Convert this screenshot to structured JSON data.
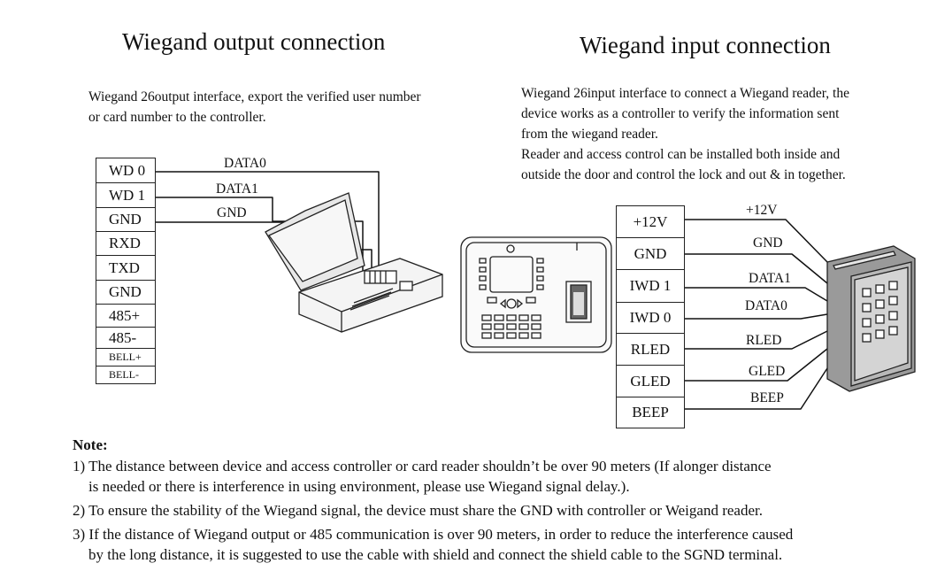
{
  "output": {
    "title": "Wiegand output connection",
    "description": "Wiegand 26output interface, export the verified user number or card number to  the controller.",
    "pins": [
      "WD 0",
      "WD 1",
      "GND",
      "RXD",
      "TXD",
      "GND",
      "485+",
      "485-",
      "BELL+",
      "BELL-"
    ],
    "wires": [
      "DATA0",
      "DATA1",
      "GND"
    ]
  },
  "input": {
    "title": "Wiegand  input connection",
    "description_lines": [
      "Wiegand 26input interface to connect a Wiegand reader, the",
      "device works as a controller to verify the information sent",
      "from the wiegand reader.",
      "Reader and access control can be installed both inside and",
      "outside the door and control the lock and out & in together."
    ],
    "pins": [
      "+12V",
      "GND",
      "IWD 1",
      "IWD 0",
      "RLED",
      "GLED",
      "BEEP"
    ],
    "wires": [
      "+12V",
      "GND",
      "DATA1",
      "DATA0",
      "RLED",
      "GLED",
      "BEEP"
    ]
  },
  "notes": {
    "heading": "Note:",
    "items": [
      "1) The distance between device and access controller or card reader shouldn’t be over 90 meters (If alonger distance",
      "is needed or there is interference in using environment, please use Wiegand signal delay.).",
      "2) To ensure the stability of the Wiegand signal, the device must share the GND with controller or Weigand reader.",
      "3) If the distance of Wiegand output or 485 communication is over 90 meters, in order to reduce the interference caused",
      "by the long distance, it is suggested to use the cable with shield and connect the shield cable to the SGND terminal."
    ]
  }
}
